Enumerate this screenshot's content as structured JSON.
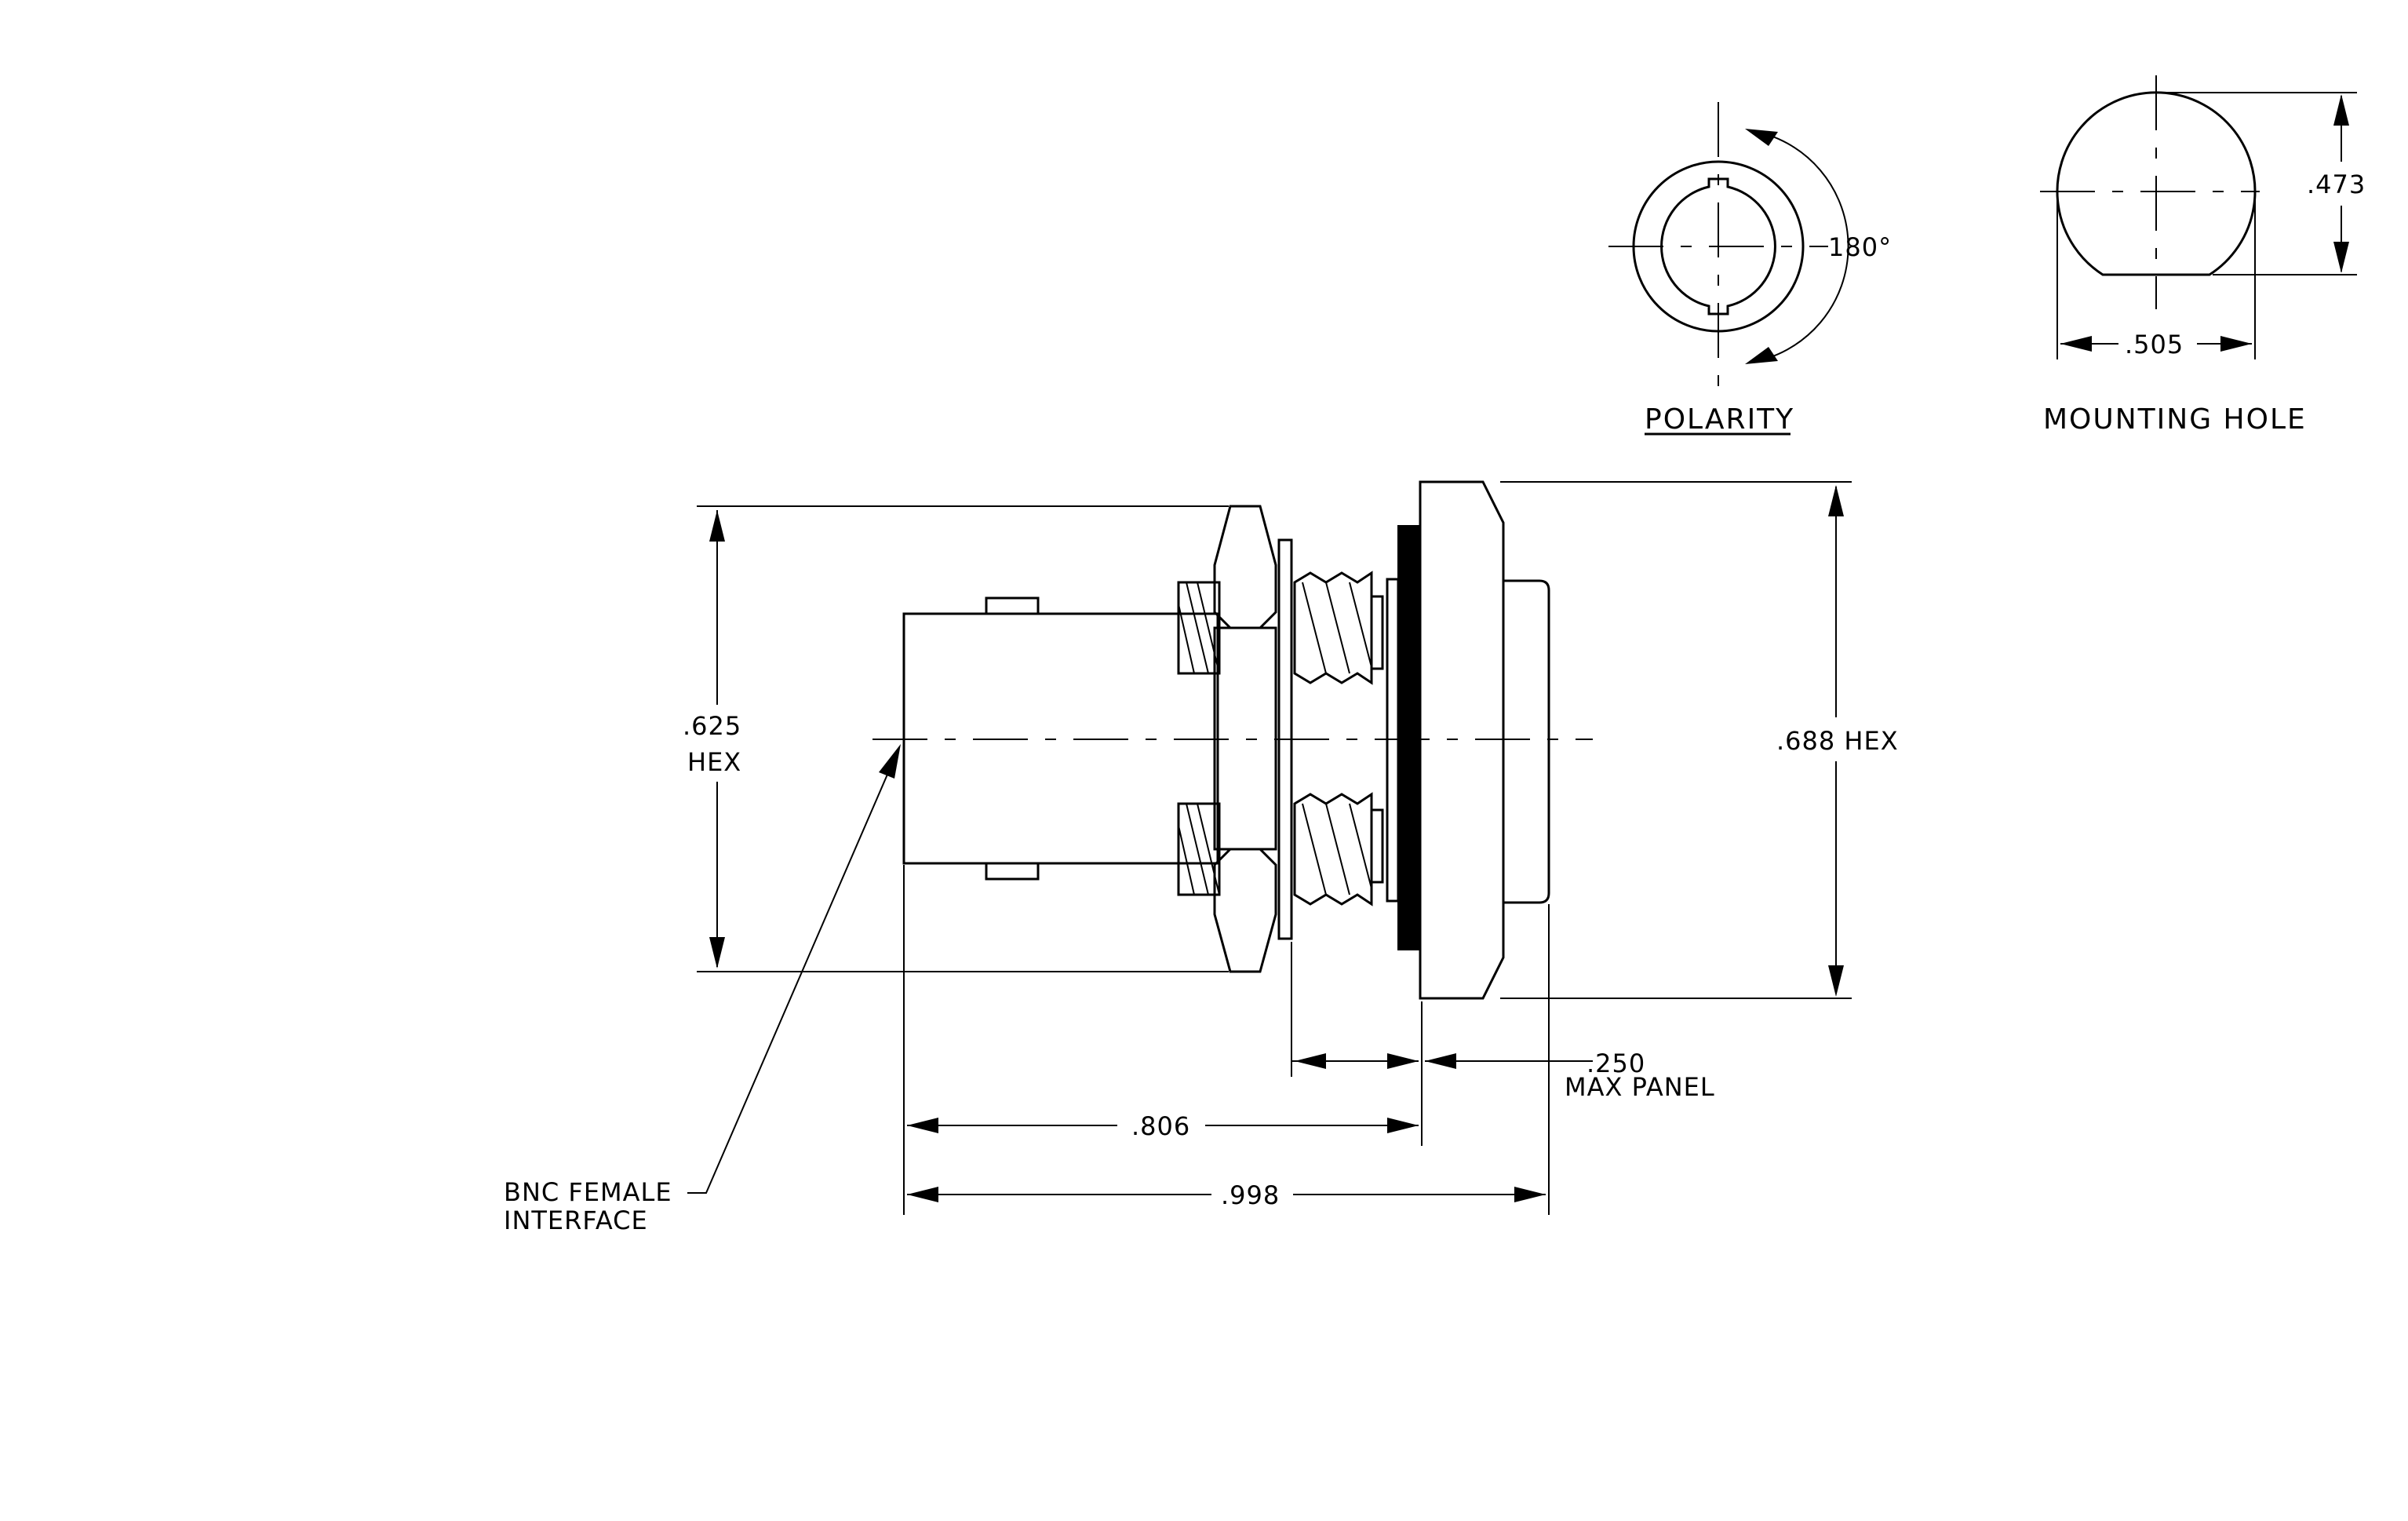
{
  "main_view": {
    "dim_hex_left_value": ".625",
    "dim_hex_left_unit": "HEX",
    "dim_hex_right": ".688  HEX",
    "dim_panel_value": ".250",
    "dim_panel_label": "MAX  PANEL",
    "dim_806": ".806",
    "dim_998": ".998",
    "callout_line1": "BNC  FEMALE",
    "callout_line2": "INTERFACE"
  },
  "polarity_view": {
    "title": "POLARITY",
    "angle": "180°"
  },
  "mounting_hole_view": {
    "title": "MOUNTING  HOLE",
    "dim_height": ".473",
    "dim_width": ".505"
  }
}
